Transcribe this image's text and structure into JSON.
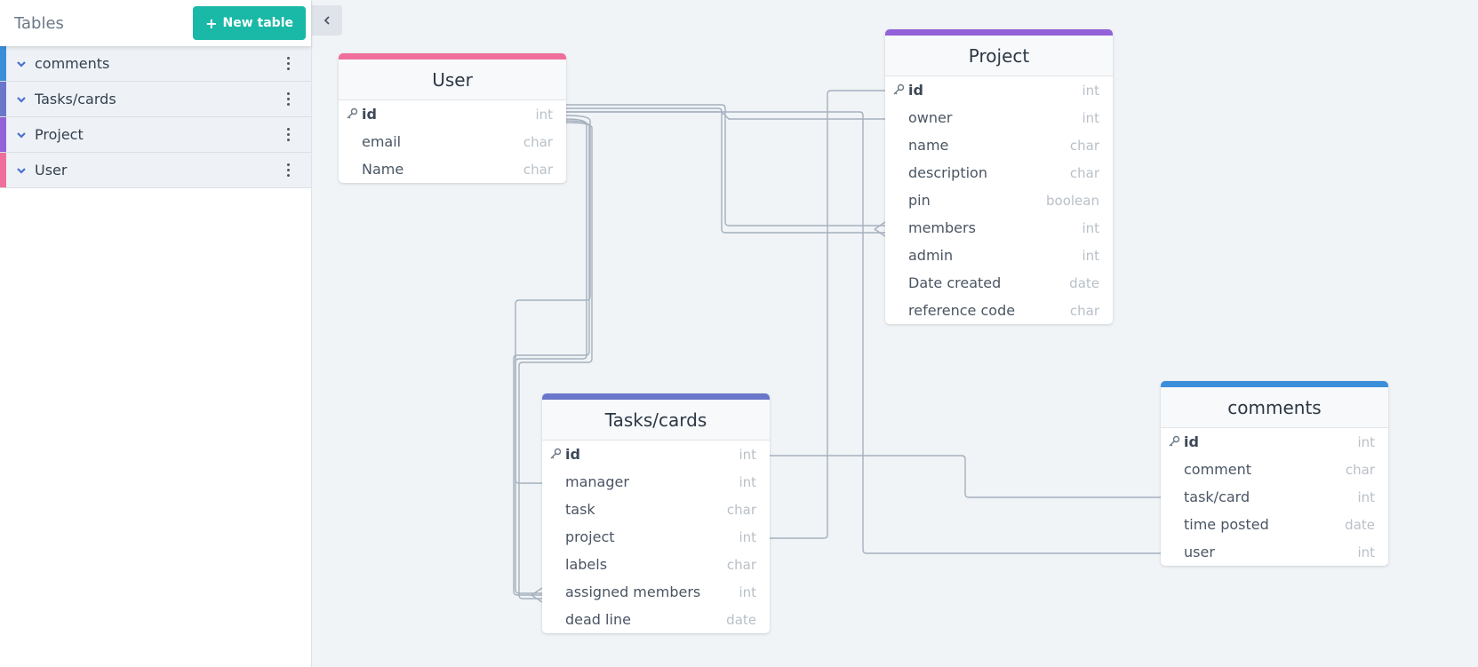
{
  "sidebar": {
    "title": "Tables",
    "new_button": {
      "icon": "plus-icon",
      "label": "New table"
    },
    "items": [
      {
        "label": "comments",
        "color": "#3b8fd9"
      },
      {
        "label": "Tasks/cards",
        "color": "#6a76c9"
      },
      {
        "label": "Project",
        "color": "#9361d8"
      },
      {
        "label": "User",
        "color": "#ef6f9a"
      }
    ],
    "collapse_icon": "chevron-left-icon"
  },
  "tables": {
    "user": {
      "name": "User",
      "color": "#ef6f9a",
      "fields": [
        {
          "name": "id",
          "type": "int",
          "pk": true
        },
        {
          "name": "email",
          "type": "char"
        },
        {
          "name": "Name",
          "type": "char"
        }
      ]
    },
    "project": {
      "name": "Project",
      "color": "#9361d8",
      "fields": [
        {
          "name": "id",
          "type": "int",
          "pk": true
        },
        {
          "name": "owner",
          "type": "int"
        },
        {
          "name": "name",
          "type": "char"
        },
        {
          "name": "description",
          "type": "char"
        },
        {
          "name": "pin",
          "type": "boolean"
        },
        {
          "name": "members",
          "type": "int"
        },
        {
          "name": "admin",
          "type": "int"
        },
        {
          "name": "Date created",
          "type": "date"
        },
        {
          "name": "reference code",
          "type": "char"
        }
      ]
    },
    "tasks": {
      "name": "Tasks/cards",
      "color": "#6a76c9",
      "fields": [
        {
          "name": "id",
          "type": "int",
          "pk": true
        },
        {
          "name": "manager",
          "type": "int"
        },
        {
          "name": "task",
          "type": "char"
        },
        {
          "name": "project",
          "type": "int"
        },
        {
          "name": "labels",
          "type": "char"
        },
        {
          "name": "assigned members",
          "type": "int"
        },
        {
          "name": "dead line",
          "type": "date"
        }
      ]
    },
    "comments": {
      "name": "comments",
      "color": "#3b8fd9",
      "fields": [
        {
          "name": "id",
          "type": "int",
          "pk": true
        },
        {
          "name": "comment",
          "type": "char"
        },
        {
          "name": "task/card",
          "type": "int"
        },
        {
          "name": "time posted",
          "type": "date"
        },
        {
          "name": "user",
          "type": "int"
        }
      ]
    }
  },
  "colors": {
    "link": "#a6b0bd",
    "accent": "#1ab8a6"
  }
}
